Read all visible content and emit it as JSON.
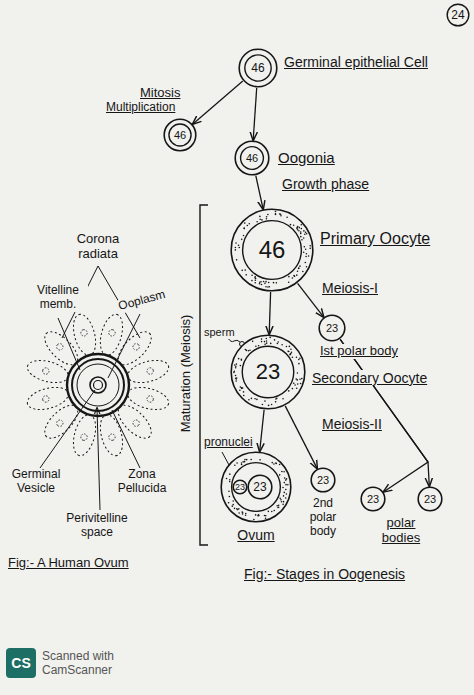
{
  "diagram": {
    "nodes": [
      {
        "text": [
          "24"
        ]
      },
      {
        "text": [
          "46",
          "Germinal epithelial Cell"
        ]
      },
      {
        "text": [
          "46"
        ]
      },
      {
        "text": [
          "46",
          "Oogonia"
        ]
      },
      {
        "text": [
          "46",
          "Primary Oocyte"
        ]
      },
      {
        "text": [
          "23",
          "Secondary Oocyte"
        ]
      },
      {
        "text": [
          "23",
          "Ist polar body"
        ]
      },
      {
        "text": [
          "Ovum"
        ]
      },
      {
        "text": [
          "23"
        ],
        "in": 7
      },
      {
        "text": [
          "23"
        ],
        "in": 7
      },
      {
        "text": [
          "23",
          "2nd polar body"
        ]
      },
      {
        "text": [
          "23"
        ]
      },
      {
        "text": [
          "23"
        ]
      }
    ],
    "edges": [
      {
        "from": 1,
        "to": 2,
        "arrow": "to"
      },
      {
        "from": 1,
        "to": 3,
        "arrow": "to"
      },
      {
        "from": 3,
        "to": 4,
        "arrow": "to",
        "label": "Growth phase"
      },
      {
        "from": 4,
        "to": 5,
        "arrow": "to"
      },
      {
        "from": 4,
        "to": 6,
        "arrow": "to"
      },
      {
        "from": 5,
        "to": 7,
        "arrow": "to"
      },
      {
        "from": 5,
        "to": 10,
        "arrow": "to"
      },
      {
        "from": 6,
        "to": 11,
        "arrow": "to"
      },
      {
        "from": 6,
        "to": 12,
        "arrow": "to"
      }
    ],
    "labels": [
      "Mitosis",
      "Multiplication",
      "Meiosis-I",
      "sperm",
      "Meiosis-II",
      "pronuclei",
      "polar bodies",
      "Fig:- Stages in Oogenesis",
      "Maturation (Meiosis)",
      "Corona radiata",
      "Vitelline memb.",
      "Ooplasm",
      "Germinal Vesicle",
      "Zona Pellucida",
      "Perivitelline space",
      "Fig:- A Human Ovum",
      "CS",
      "Scanned with CamScanner"
    ]
  }
}
